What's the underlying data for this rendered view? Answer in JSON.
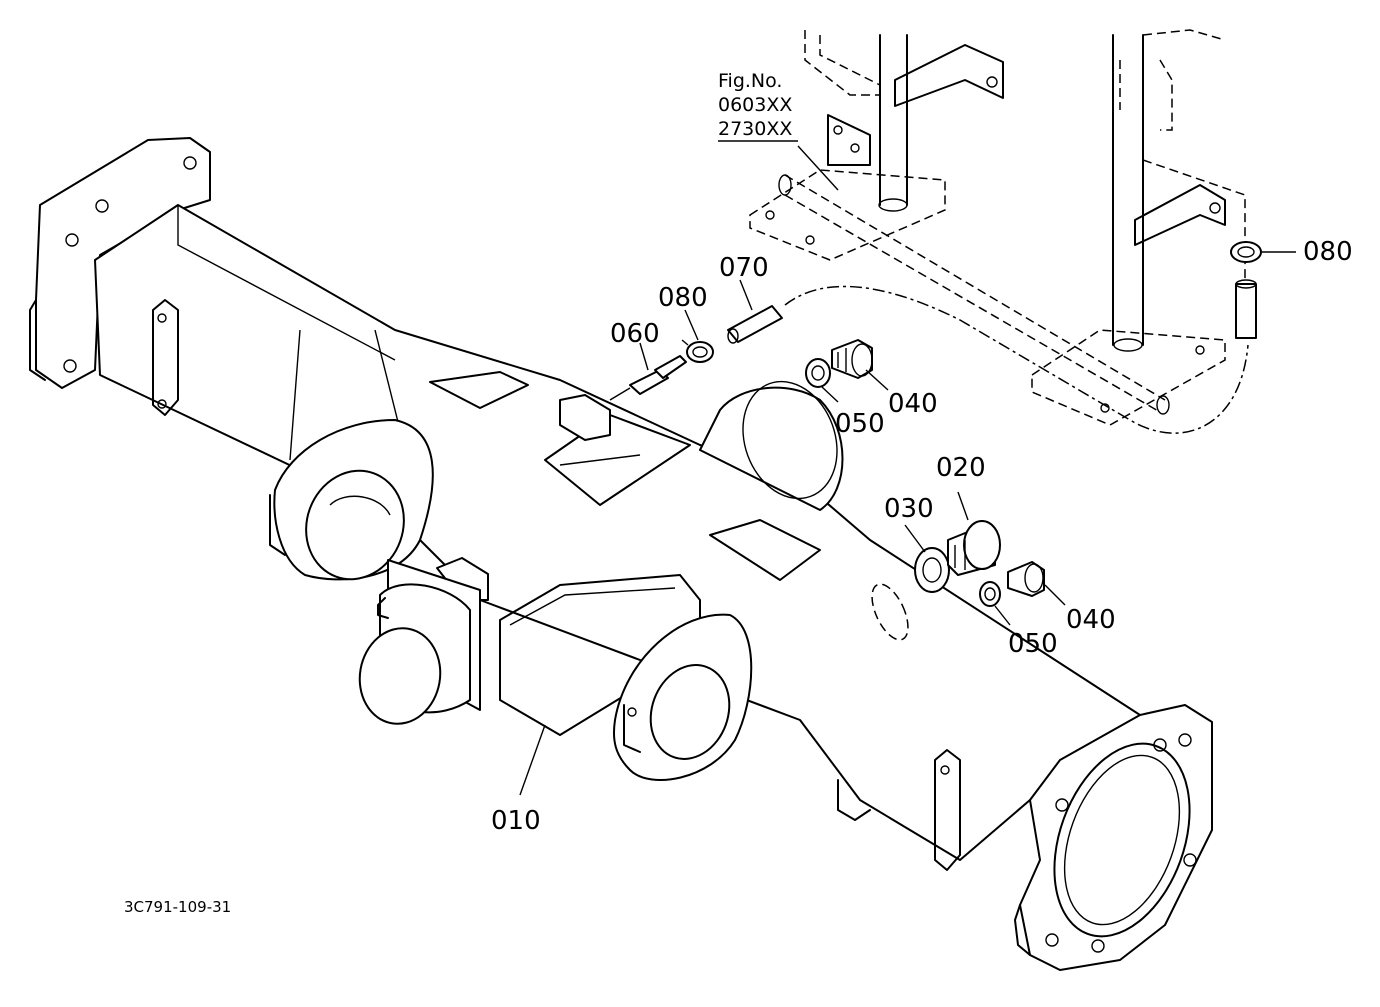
{
  "figure_reference": {
    "title": "Fig.No.",
    "numbers": [
      "0603XX",
      "2730XX"
    ]
  },
  "drawing_code": "3C791-109-31",
  "callouts": [
    {
      "id": "010",
      "label": "010"
    },
    {
      "id": "020",
      "label": "020"
    },
    {
      "id": "030",
      "label": "030"
    },
    {
      "id": "040-upper",
      "label": "040"
    },
    {
      "id": "040-lower",
      "label": "040"
    },
    {
      "id": "050-upper",
      "label": "050"
    },
    {
      "id": "050-lower",
      "label": "050"
    },
    {
      "id": "060",
      "label": "060"
    },
    {
      "id": "070",
      "label": "070"
    },
    {
      "id": "080-left",
      "label": "080"
    },
    {
      "id": "080-right",
      "label": "080"
    }
  ]
}
